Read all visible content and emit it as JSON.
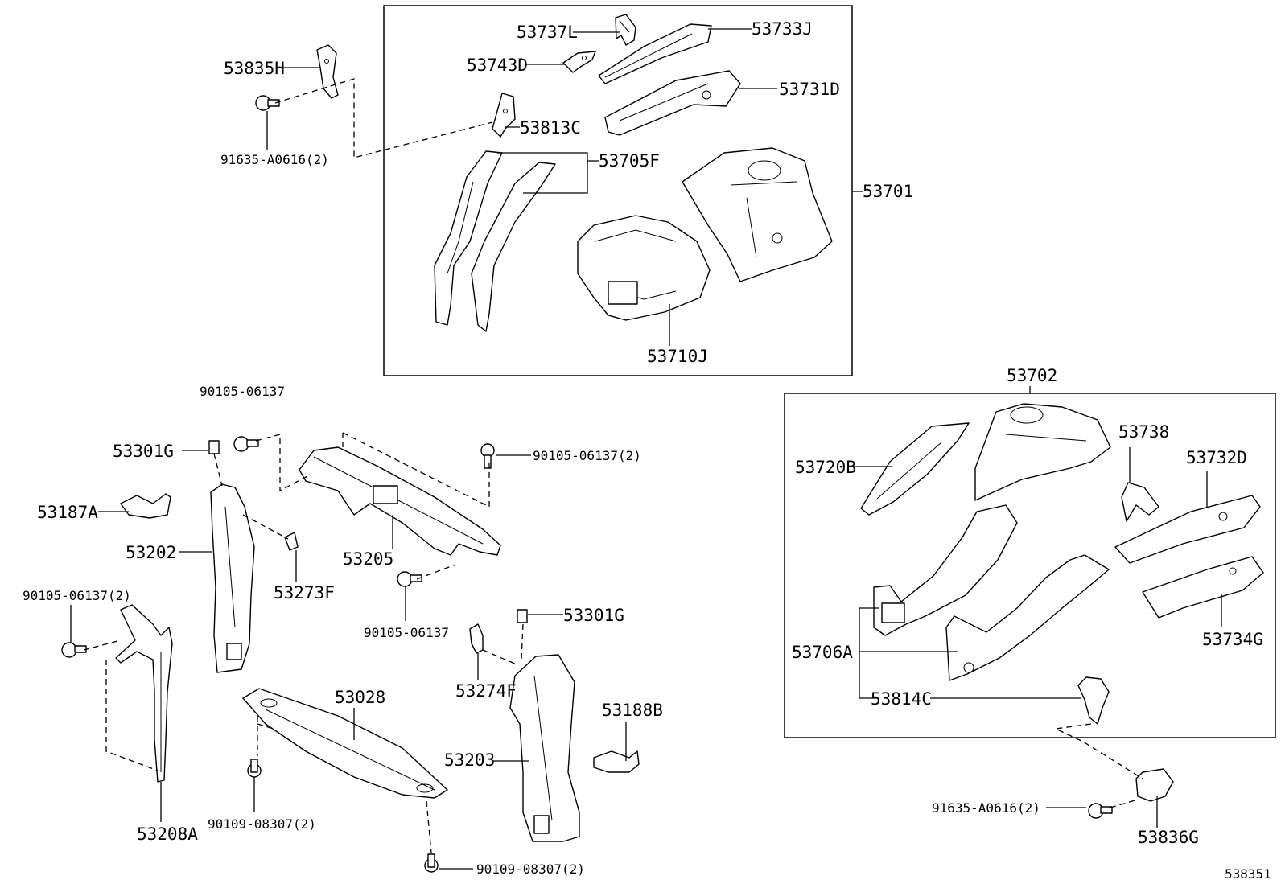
{
  "diagram_id": "538351",
  "groups": [
    {
      "label": "53701"
    },
    {
      "label": "53702"
    }
  ],
  "parts": {
    "p53737L": "53737L",
    "p53733J": "53733J",
    "p53743D": "53743D",
    "p53731D": "53731D",
    "p53835H": "53835H",
    "p91635_top": "91635-A0616(2)",
    "p53813C": "53813C",
    "p53705F": "53705F",
    "p53701": "53701",
    "p53710J": "53710J",
    "p53702": "53702",
    "p53720B": "53720B",
    "p53738": "53738",
    "p53732D": "53732D",
    "p53734G": "53734G",
    "p53706A": "53706A",
    "p53814C": "53814C",
    "p91635_bot": "91635-A0616(2)",
    "p53836G": "53836G",
    "p90105_a": "90105-06137",
    "p53301G_a": "53301G",
    "p90105_b": "90105-06137(2)",
    "p53187A": "53187A",
    "p53202": "53202",
    "p53205": "53205",
    "p53273F": "53273F",
    "p90105_c": "90105-06137(2)",
    "p90105_d": "90105-06137",
    "p53301G_b": "53301G",
    "p53274F": "53274F",
    "p53028": "53028",
    "p53188B": "53188B",
    "p53203": "53203",
    "p90109_a": "90109-08307(2)",
    "p90109_b": "90109-08307(2)",
    "p53208A": "53208A"
  }
}
